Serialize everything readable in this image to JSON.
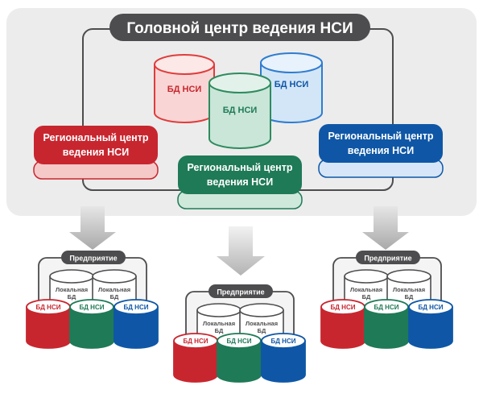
{
  "head_center": {
    "title": "Головной центр ведения НСИ"
  },
  "central_dbs": [
    {
      "label": "БД НСИ",
      "color": "#e03c3c"
    },
    {
      "label": "БД НСИ",
      "color": "#2e8b5e"
    },
    {
      "label": "БД НСИ",
      "color": "#2f7cd0"
    }
  ],
  "regional_centers": [
    {
      "line1": "Региональный центр",
      "line2": "ведения НСИ",
      "color": "#c8262f"
    },
    {
      "line1": "Региональный центр",
      "line2": "ведения НСИ",
      "color": "#1f7a57"
    },
    {
      "line1": "Региональный центр",
      "line2": "ведения НСИ",
      "color": "#0f57a6"
    }
  ],
  "enterprises": [
    {
      "label": "Предприятие",
      "local_db": {
        "line1": "Локальная",
        "line2": "БД"
      },
      "dbs": [
        "БД НСИ",
        "БД НСИ",
        "БД НСИ"
      ]
    },
    {
      "label": "Предприятие",
      "local_db": {
        "line1": "Локальная",
        "line2": "БД"
      },
      "dbs": [
        "БД НСИ",
        "БД НСИ",
        "БД НСИ"
      ]
    },
    {
      "label": "Предприятие",
      "local_db": {
        "line1": "Локальная",
        "line2": "БД"
      },
      "dbs": [
        "БД НСИ",
        "БД НСИ",
        "БД НСИ"
      ]
    }
  ],
  "colors": {
    "red": "#c8262f",
    "green": "#1f7a57",
    "blue": "#0f57a6",
    "gray_panel": "#ececec",
    "dark_label": "#4d4d4f"
  }
}
